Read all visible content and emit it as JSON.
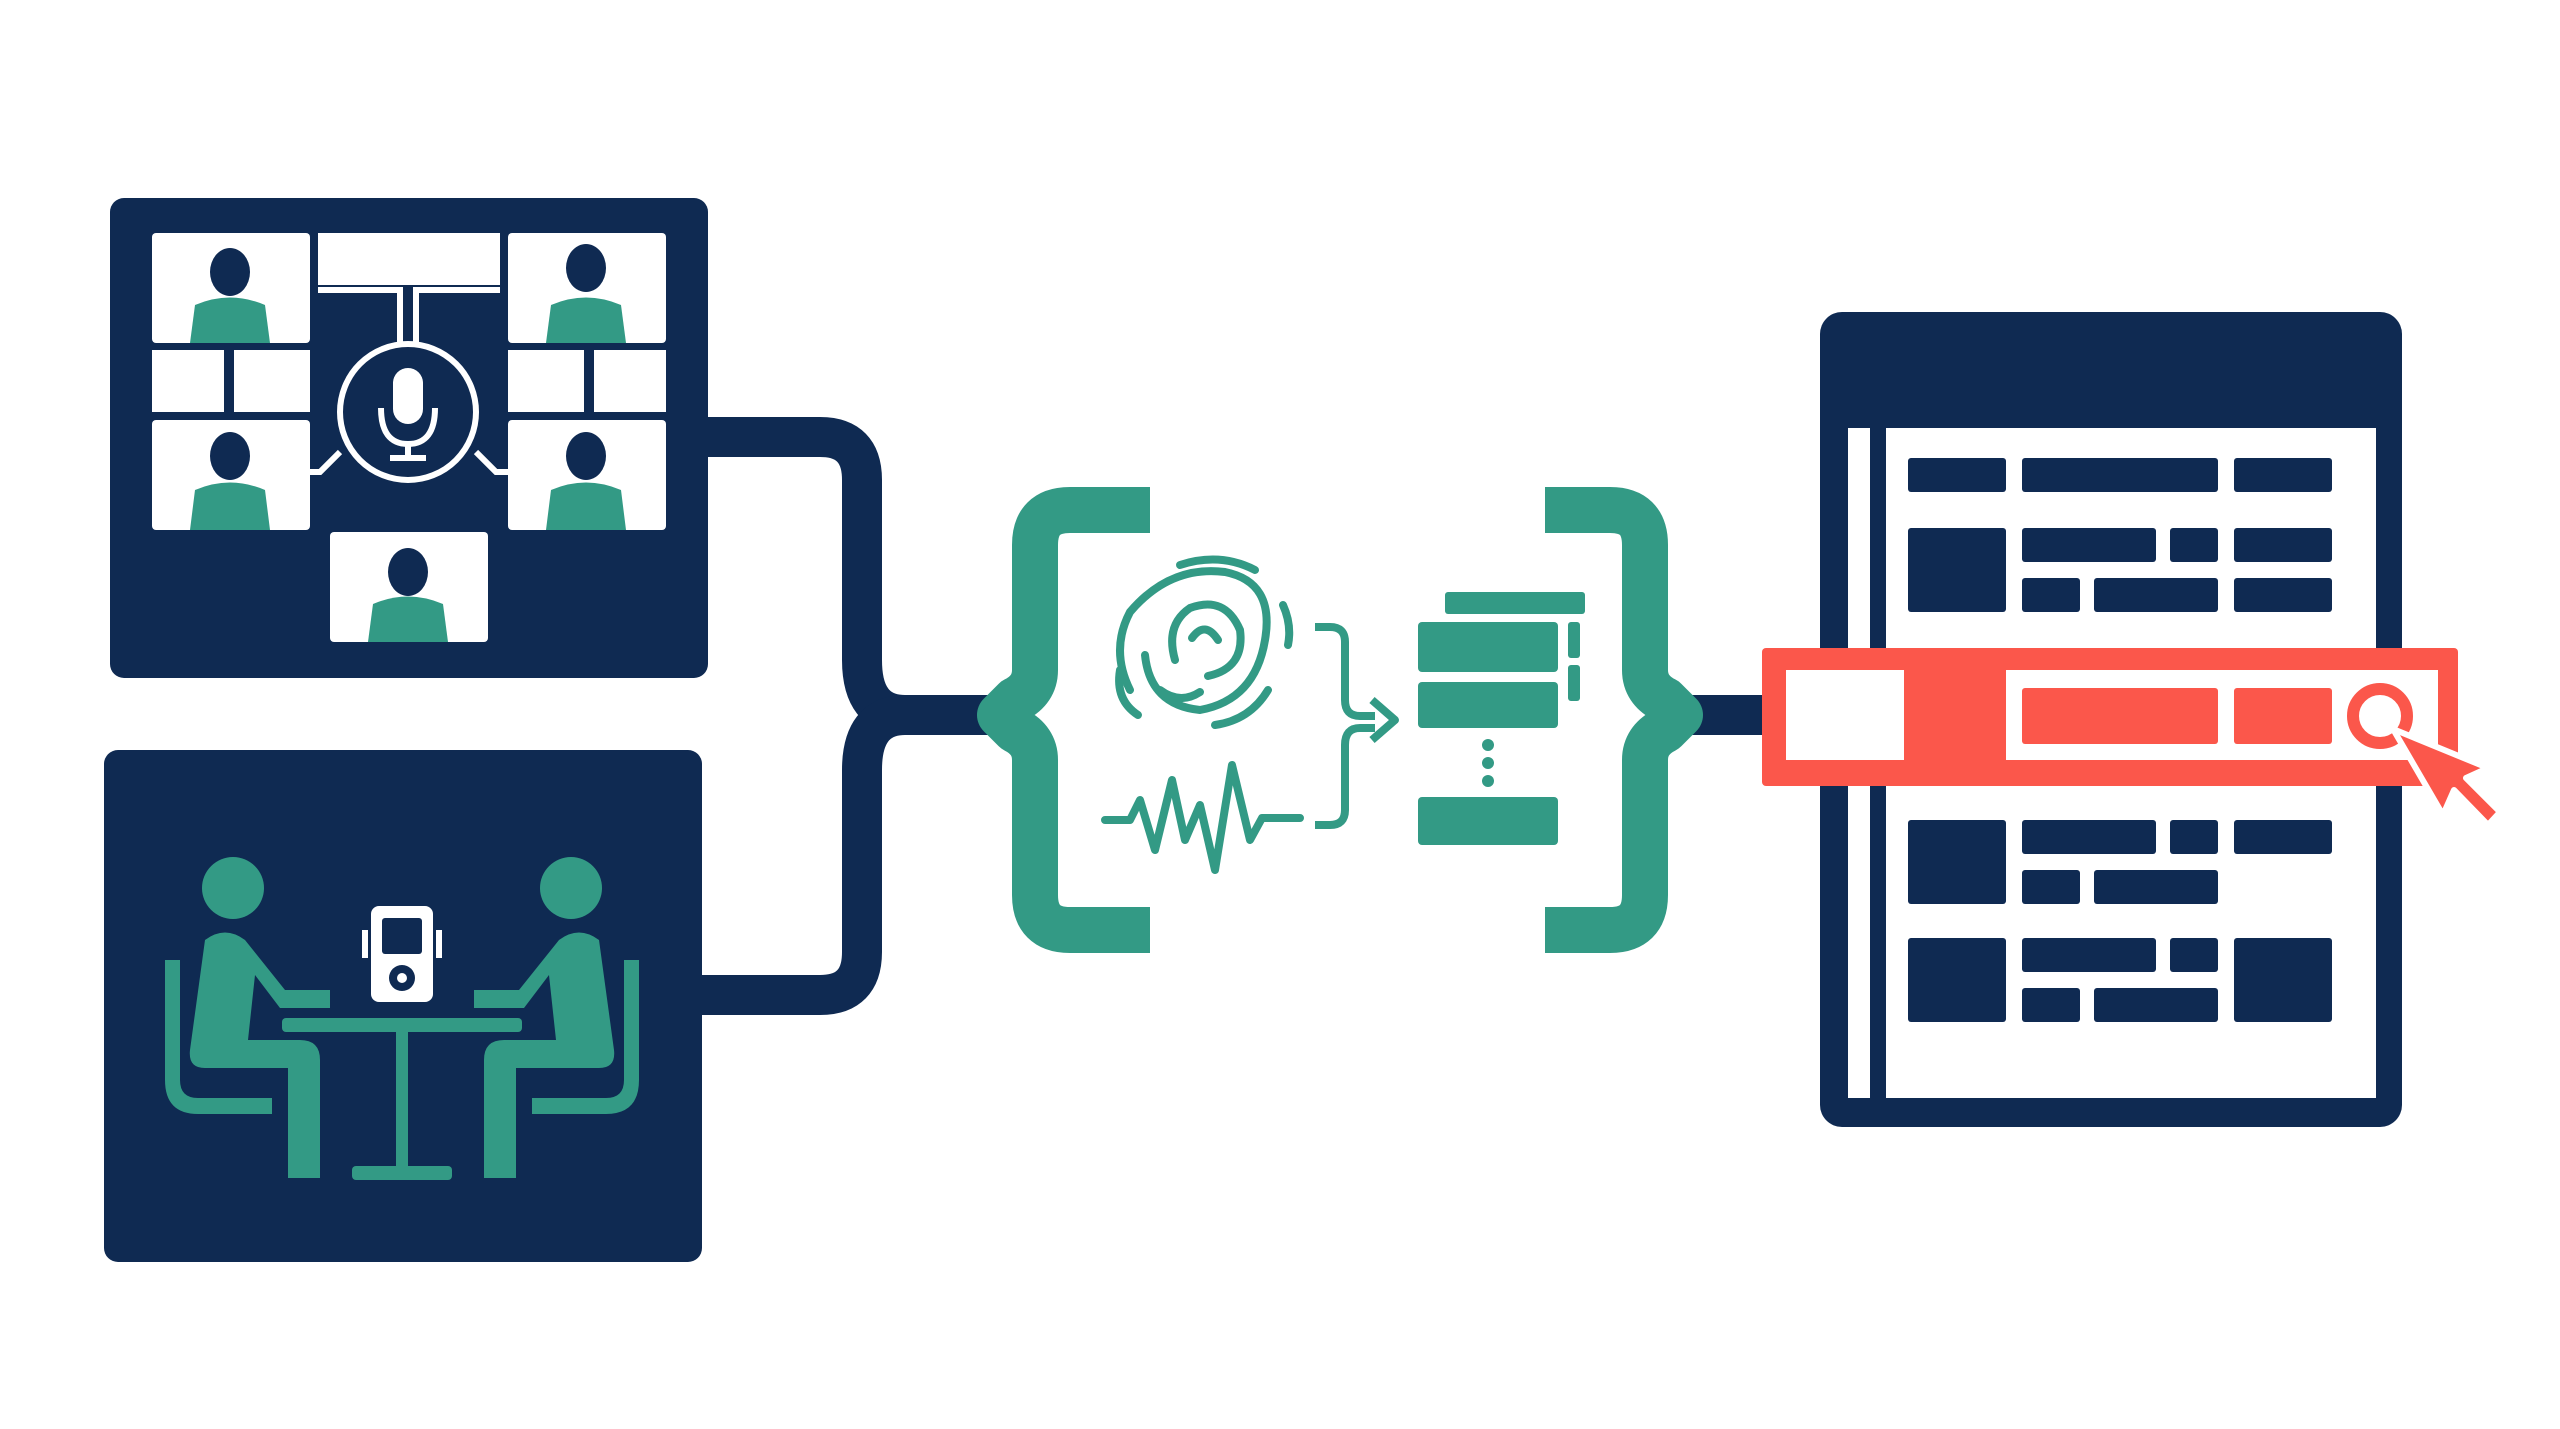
{
  "colors": {
    "navy": "#0f2a52",
    "teal": "#339a85",
    "red": "#fb574b",
    "white": "#ffffff"
  },
  "nodes": {
    "video_call_panel": {
      "icon": "video-conference-grid-icon"
    },
    "in_person_panel": {
      "icon": "in-person-interview-recorder-icon"
    },
    "processing_bracket": {
      "icons": [
        "fingerprint-icon",
        "sound-wave-icon",
        "data-stack-icon"
      ]
    },
    "results_table": {
      "highlighted_row": 4,
      "row_count": 8,
      "icon": "pointer-cursor-icon"
    }
  },
  "edges": [
    {
      "from": "video_call_panel",
      "to": "processing_bracket"
    },
    {
      "from": "in_person_panel",
      "to": "processing_bracket"
    },
    {
      "from": "processing_bracket",
      "to": "results_table"
    }
  ]
}
